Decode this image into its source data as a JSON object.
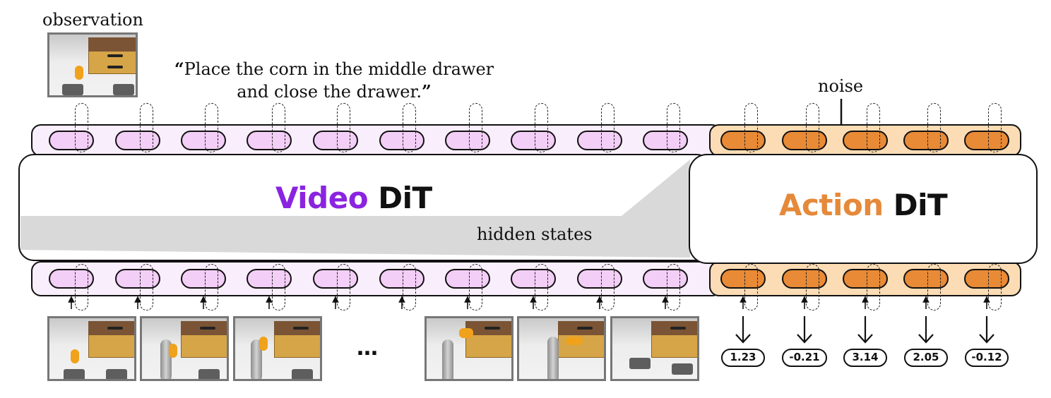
{
  "observation_label": "observation",
  "instruction": {
    "line1": "Place the corn in the middle drawer",
    "line2": "and close the drawer.",
    "open_quote": "“",
    "close_quote": "”"
  },
  "noise_label": "noise",
  "video_dit": {
    "word1": "Video",
    "word2": "DiT",
    "color1": "#8a24e0"
  },
  "action_dit": {
    "word1": "Action",
    "word2": "DiT",
    "color1": "#e5893a"
  },
  "hidden_states_label": "hidden states",
  "frames_gap": "…",
  "action_values": [
    "1.23",
    "-0.21",
    "3.14",
    "2.05",
    "-0.12"
  ],
  "colors": {
    "video_band": "#f9eefb",
    "video_token": "#f3cef6",
    "action_band": "#fbdcb4",
    "action_token": "#e88a36",
    "hidden_band": "#d9d9d9"
  }
}
